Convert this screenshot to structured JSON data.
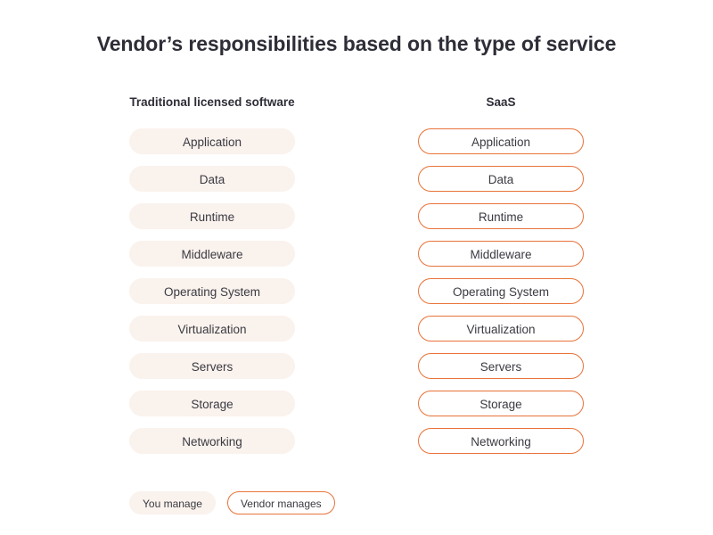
{
  "title": "Vendor’s responsibilities based on the type of service",
  "colors": {
    "accent": "#e8733a",
    "managed_fill": "#faf2ed",
    "text": "#3a3a42",
    "title_text": "#2e2e38",
    "background": "#ffffff"
  },
  "columns": [
    {
      "header": "Traditional licensed software",
      "style": "filled",
      "layers": [
        "Application",
        "Data",
        "Runtime",
        "Middleware",
        "Operating System",
        "Virtualization",
        "Servers",
        "Storage",
        "Networking"
      ]
    },
    {
      "header": "SaaS",
      "style": "outlined",
      "layers": [
        "Application",
        "Data",
        "Runtime",
        "Middleware",
        "Operating System",
        "Virtualization",
        "Servers",
        "Storage",
        "Networking"
      ]
    }
  ],
  "legend": {
    "you_manage": "You manage",
    "vendor_manages": "Vendor manages"
  }
}
